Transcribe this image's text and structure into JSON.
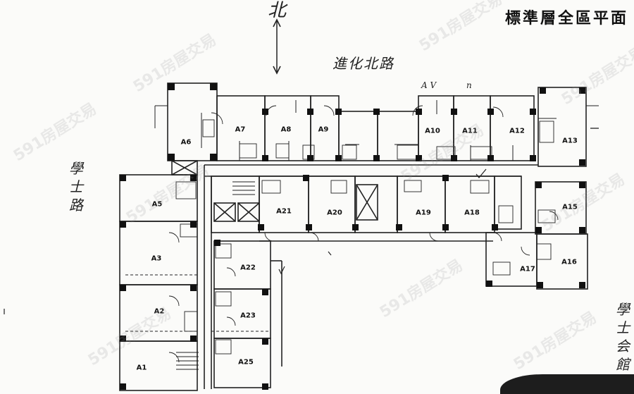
{
  "title": "標準層全區平面",
  "north_label": "北",
  "streets": {
    "top": "進化北路",
    "left": "學士路",
    "right": "學士会館"
  },
  "marks": {
    "av": "A V",
    "n": "n"
  },
  "watermark": "591房屋交易",
  "units": [
    {
      "id": "A1",
      "label": "A1"
    },
    {
      "id": "A2",
      "label": "A2"
    },
    {
      "id": "A3",
      "label": "A3"
    },
    {
      "id": "A5",
      "label": "A5"
    },
    {
      "id": "A6",
      "label": "A6"
    },
    {
      "id": "A7",
      "label": "A7"
    },
    {
      "id": "A8",
      "label": "A8"
    },
    {
      "id": "A9",
      "label": "A9"
    },
    {
      "id": "A10",
      "label": "A10"
    },
    {
      "id": "A11",
      "label": "A11"
    },
    {
      "id": "A12",
      "label": "A12"
    },
    {
      "id": "A13",
      "label": "A13"
    },
    {
      "id": "A15",
      "label": "A15"
    },
    {
      "id": "A16",
      "label": "A16"
    },
    {
      "id": "A17",
      "label": "A17"
    },
    {
      "id": "A18",
      "label": "A18"
    },
    {
      "id": "A19",
      "label": "A19"
    },
    {
      "id": "A20",
      "label": "A20"
    },
    {
      "id": "A21",
      "label": "A21"
    },
    {
      "id": "A22",
      "label": "A22"
    },
    {
      "id": "A23",
      "label": "A23"
    },
    {
      "id": "A25",
      "label": "A25"
    }
  ]
}
